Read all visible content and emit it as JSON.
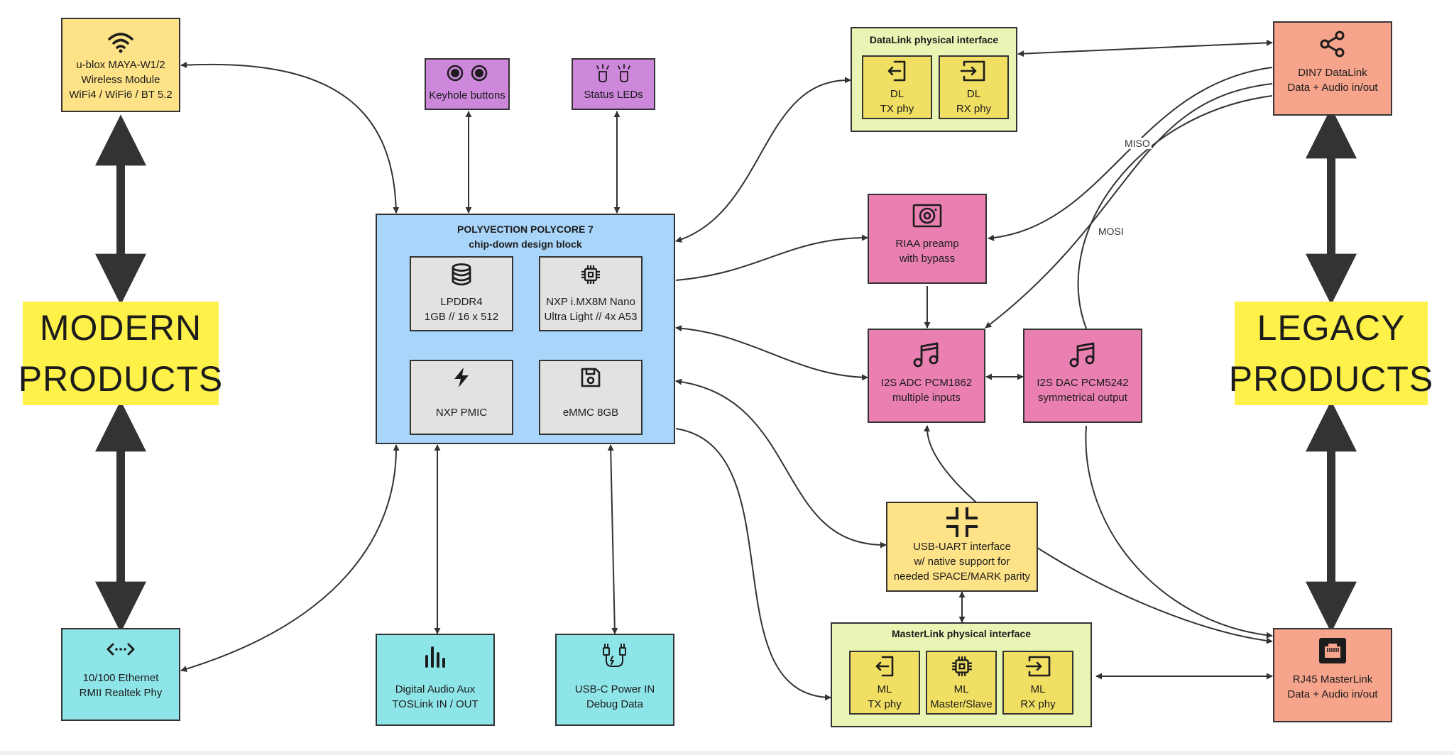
{
  "colors": {
    "yellow": "#fde287",
    "purple": "#cd87db",
    "blue": "#a9d5fa",
    "gray": "#e2e2e2",
    "pink": "#ea80b1",
    "cyan": "#8ee5e8",
    "salmon": "#f7a48c",
    "lightgreen": "#e8f5b5",
    "olive": "#f1df64",
    "highlight": "#fef24a"
  },
  "left_heading": "MODERN\nPRODUCTS",
  "right_heading": "LEGACY\nPRODUCTS",
  "nodes": {
    "wifi_module": {
      "label": "u-blox MAYA-W1/2\nWireless Module\nWiFi4 / WiFi6 / BT 5.2",
      "icon": "wifi-icon"
    },
    "ethernet": {
      "label": "10/100 Ethernet\nRMII Realtek Phy",
      "icon": "code-brackets-icon"
    },
    "keyhole_buttons": {
      "label": "Keyhole buttons",
      "icon": "buttons-icon"
    },
    "status_leds": {
      "label": "Status LEDs",
      "icon": "leds-icon"
    },
    "polycore": {
      "title": "POLYVECTION POLYCORE 7\nchip-down design block",
      "lpddr4": {
        "label": "LPDDR4\n1GB // 16 x 512",
        "icon": "database-icon"
      },
      "imx8": {
        "label": "NXP i.MX8M Nano\nUltra Light // 4x A53",
        "icon": "cpu-icon"
      },
      "pmic": {
        "label": "NXP PMIC",
        "icon": "lightning-icon"
      },
      "emmc": {
        "label": "eMMC 8GB",
        "icon": "save-icon"
      }
    },
    "digital_audio": {
      "label": "Digital Audio Aux\nTOSLink IN / OUT",
      "icon": "bar-chart-icon"
    },
    "usbc": {
      "label": "USB-C Power IN\nDebug Data",
      "icon": "usb-cable-icon"
    },
    "datalink_phy": {
      "title": "DataLink physical interface",
      "tx": {
        "label": "DL\nTX phy",
        "icon": "exit-icon"
      },
      "rx": {
        "label": "DL\nRX phy",
        "icon": "enter-icon"
      }
    },
    "riaa": {
      "label": "RIAA preamp\nwith bypass",
      "icon": "speaker-icon"
    },
    "adc": {
      "label": "I2S ADC PCM1862\nmultiple inputs",
      "icon": "music-note-icon"
    },
    "dac": {
      "label": "I2S DAC PCM5242\nsymmetrical output",
      "icon": "music-note-icon"
    },
    "usb_uart": {
      "label": "USB-UART interface\nw/ native support for\nneeded SPACE/MARK parity",
      "icon": "minimize-icon"
    },
    "masterlink_phy": {
      "title": "MasterLink physical interface",
      "tx": {
        "label": "ML\nTX phy",
        "icon": "exit-icon"
      },
      "ms": {
        "label": "ML\nMaster/Slave",
        "icon": "cpu-icon"
      },
      "rx": {
        "label": "ML\nRX phy",
        "icon": "enter-icon"
      }
    },
    "din7": {
      "label": "DIN7 DataLink\nData + Audio in/out",
      "icon": "share-icon"
    },
    "rj45": {
      "label": "RJ45 MasterLink\nData + Audio in/out",
      "icon": "ethernet-port-icon"
    }
  },
  "edge_labels": {
    "miso": "MISO",
    "mosi": "MOSI"
  }
}
